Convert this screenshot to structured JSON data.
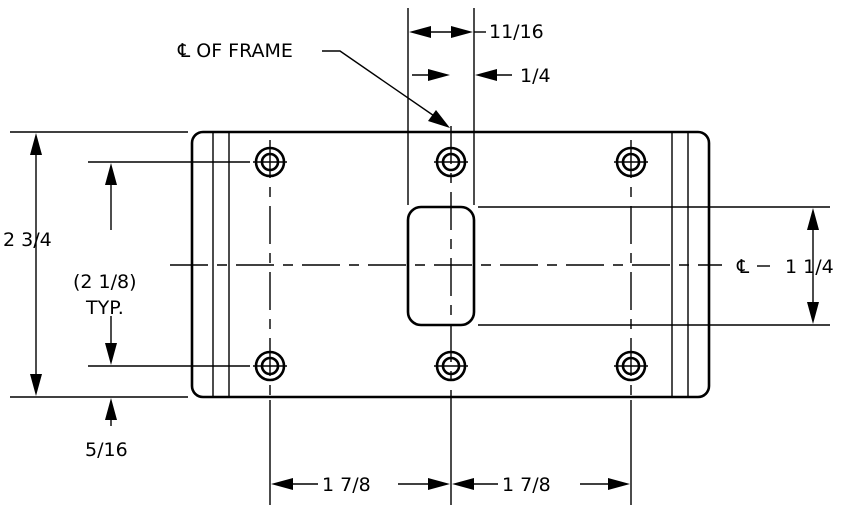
{
  "annotations": {
    "cl_of_frame": "℄ OF FRAME",
    "cl_symbol": "℄",
    "overall_height": "2 3/4",
    "hole_spacing_vertical": "(2 1/8)",
    "hole_spacing_typ": "TYP.",
    "edge_to_hole": "5/16",
    "hole_spacing_left": "1 7/8",
    "hole_spacing_right": "1 7/8",
    "slot_width": "11/16",
    "slot_offset": "1/4",
    "slot_height": "1 1/4"
  }
}
